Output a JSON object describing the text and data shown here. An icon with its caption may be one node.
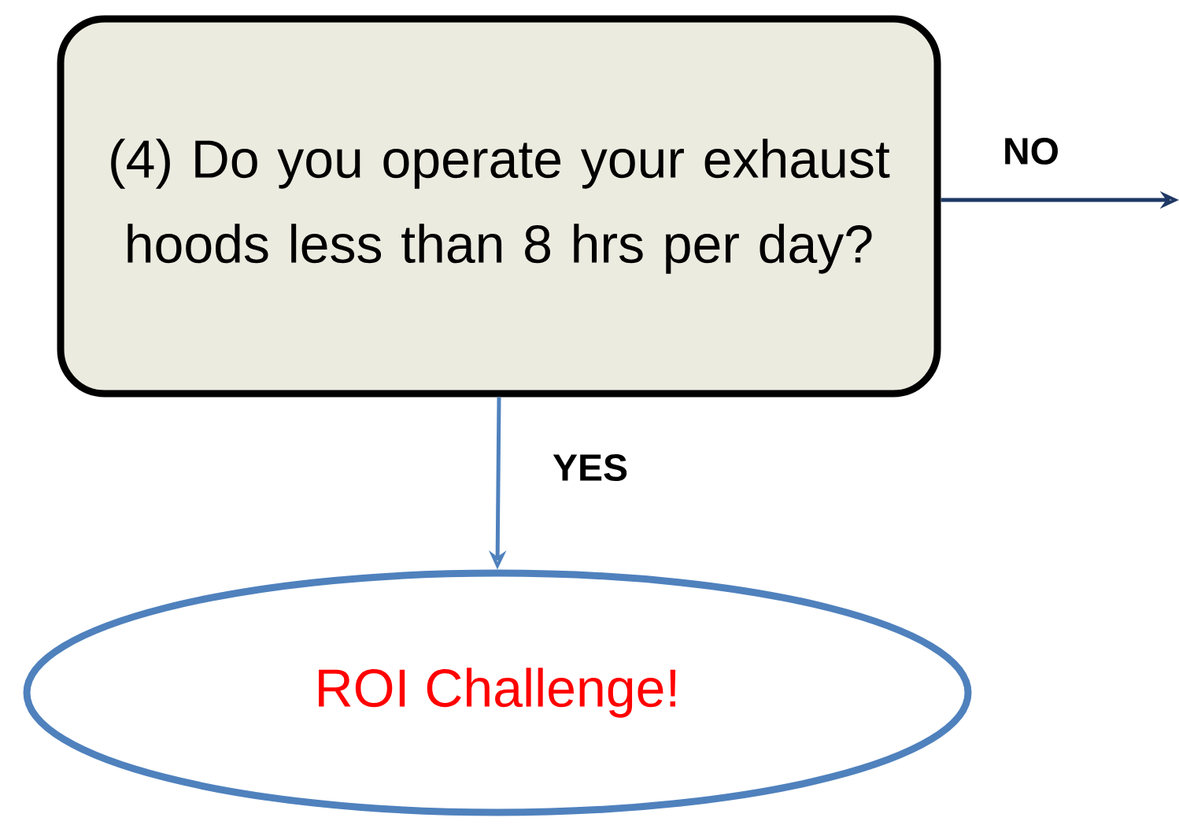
{
  "diagram": {
    "nodes": [
      {
        "text": [
          "(4) Do you operate your exhaust hoods less than 8 hrs per day?"
        ]
      },
      {
        "text": [
          "ROI Challenge!"
        ]
      }
    ],
    "edges": [
      {
        "from": 0,
        "to": null,
        "arrow": "to",
        "label": "NO",
        "color": "#1f3864"
      },
      {
        "from": 0,
        "to": 1,
        "arrow": "to",
        "label": "YES",
        "color": "#4f81bd"
      }
    ]
  }
}
